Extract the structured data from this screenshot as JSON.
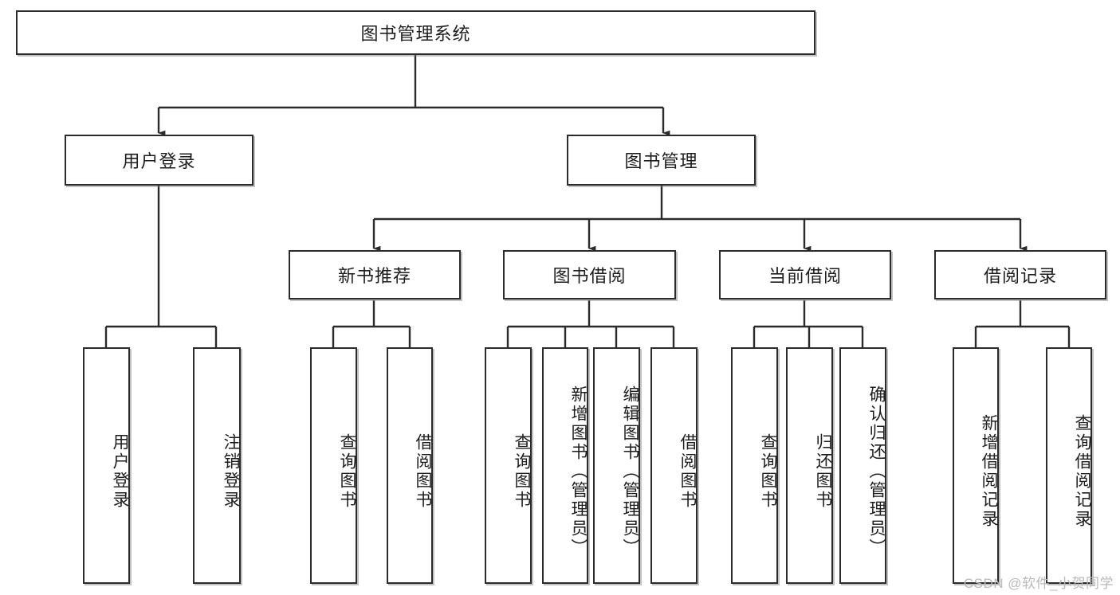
{
  "diagram": {
    "title": "图书管理系统",
    "type": "hierarchy-tree",
    "watermark": "CSDN @软件_小贺同学",
    "colors": {
      "box_border": "#2b2b2b",
      "box_fill": "#ffffff",
      "connector": "#2b2b2b",
      "text": "#1d1d1d",
      "watermark": "#b9b9b9"
    },
    "root": {
      "label": "图书管理系统"
    },
    "level2": [
      {
        "label": "用户登录"
      },
      {
        "label": "图书管理"
      }
    ],
    "level3": [
      {
        "label": "新书推荐"
      },
      {
        "label": "图书借阅"
      },
      {
        "label": "当前借阅"
      },
      {
        "label": "借阅记录"
      }
    ],
    "leaves": [
      {
        "label": "用户登录",
        "parent": "用户登录"
      },
      {
        "label": "注销登录",
        "parent": "用户登录"
      },
      {
        "label": "查询图书",
        "parent": "新书推荐"
      },
      {
        "label": "借阅图书",
        "parent": "新书推荐"
      },
      {
        "label": "查询图书",
        "parent": "图书借阅"
      },
      {
        "label": "新增图书（管理员）",
        "parent": "图书借阅"
      },
      {
        "label": "编辑图书（管理员）",
        "parent": "图书借阅"
      },
      {
        "label": "借阅图书",
        "parent": "图书借阅"
      },
      {
        "label": "查询图书",
        "parent": "当前借阅"
      },
      {
        "label": "归还图书",
        "parent": "当前借阅"
      },
      {
        "label": "确认归还（管理员）",
        "parent": "当前借阅"
      },
      {
        "label": "新增借阅记录",
        "parent": "借阅记录"
      },
      {
        "label": "查询借阅记录",
        "parent": "借阅记录"
      }
    ]
  }
}
